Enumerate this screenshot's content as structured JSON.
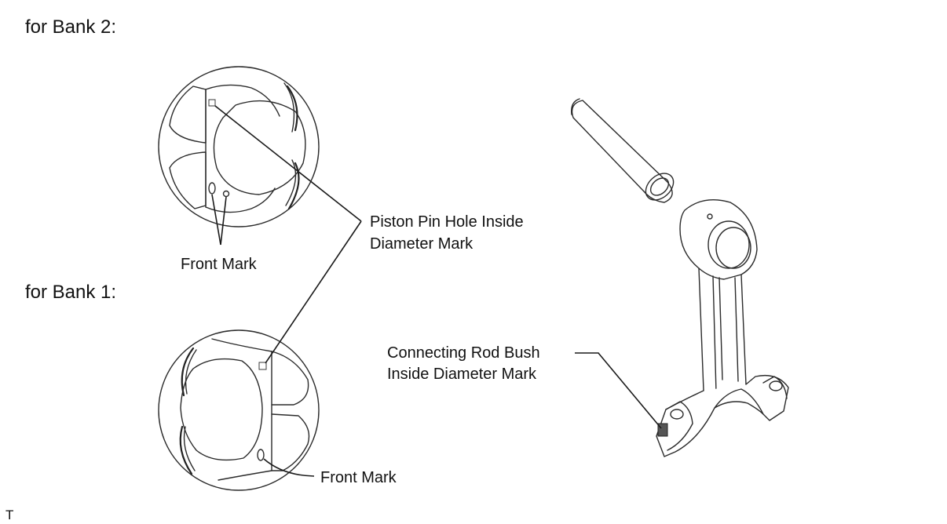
{
  "labels": {
    "bank2": "for Bank 2:",
    "bank1": "for Bank 1:",
    "front_mark_bank2": "Front Mark",
    "front_mark_bank1": "Front Mark",
    "piston_pin_line1": "Piston Pin Hole Inside",
    "piston_pin_line2": "Diameter Mark",
    "rod_bush_line1": "Connecting Rod Bush",
    "rod_bush_line2": "Inside Diameter Mark",
    "corner_mark": "T"
  },
  "colors": {
    "ink": "#2b2b2b",
    "background": "#ffffff"
  }
}
